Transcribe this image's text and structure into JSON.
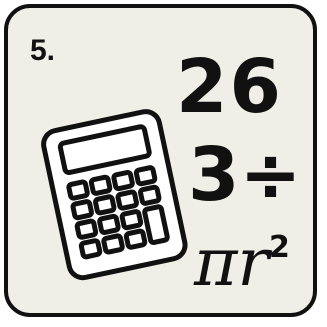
{
  "card": {
    "number": "5.",
    "line1": "26",
    "line2": "3÷",
    "line3_main": "πr",
    "line3_exp": "2"
  },
  "icons": {
    "calculator": "calculator-icon"
  },
  "colors": {
    "ink": "#111111",
    "background": "#efefe7"
  }
}
